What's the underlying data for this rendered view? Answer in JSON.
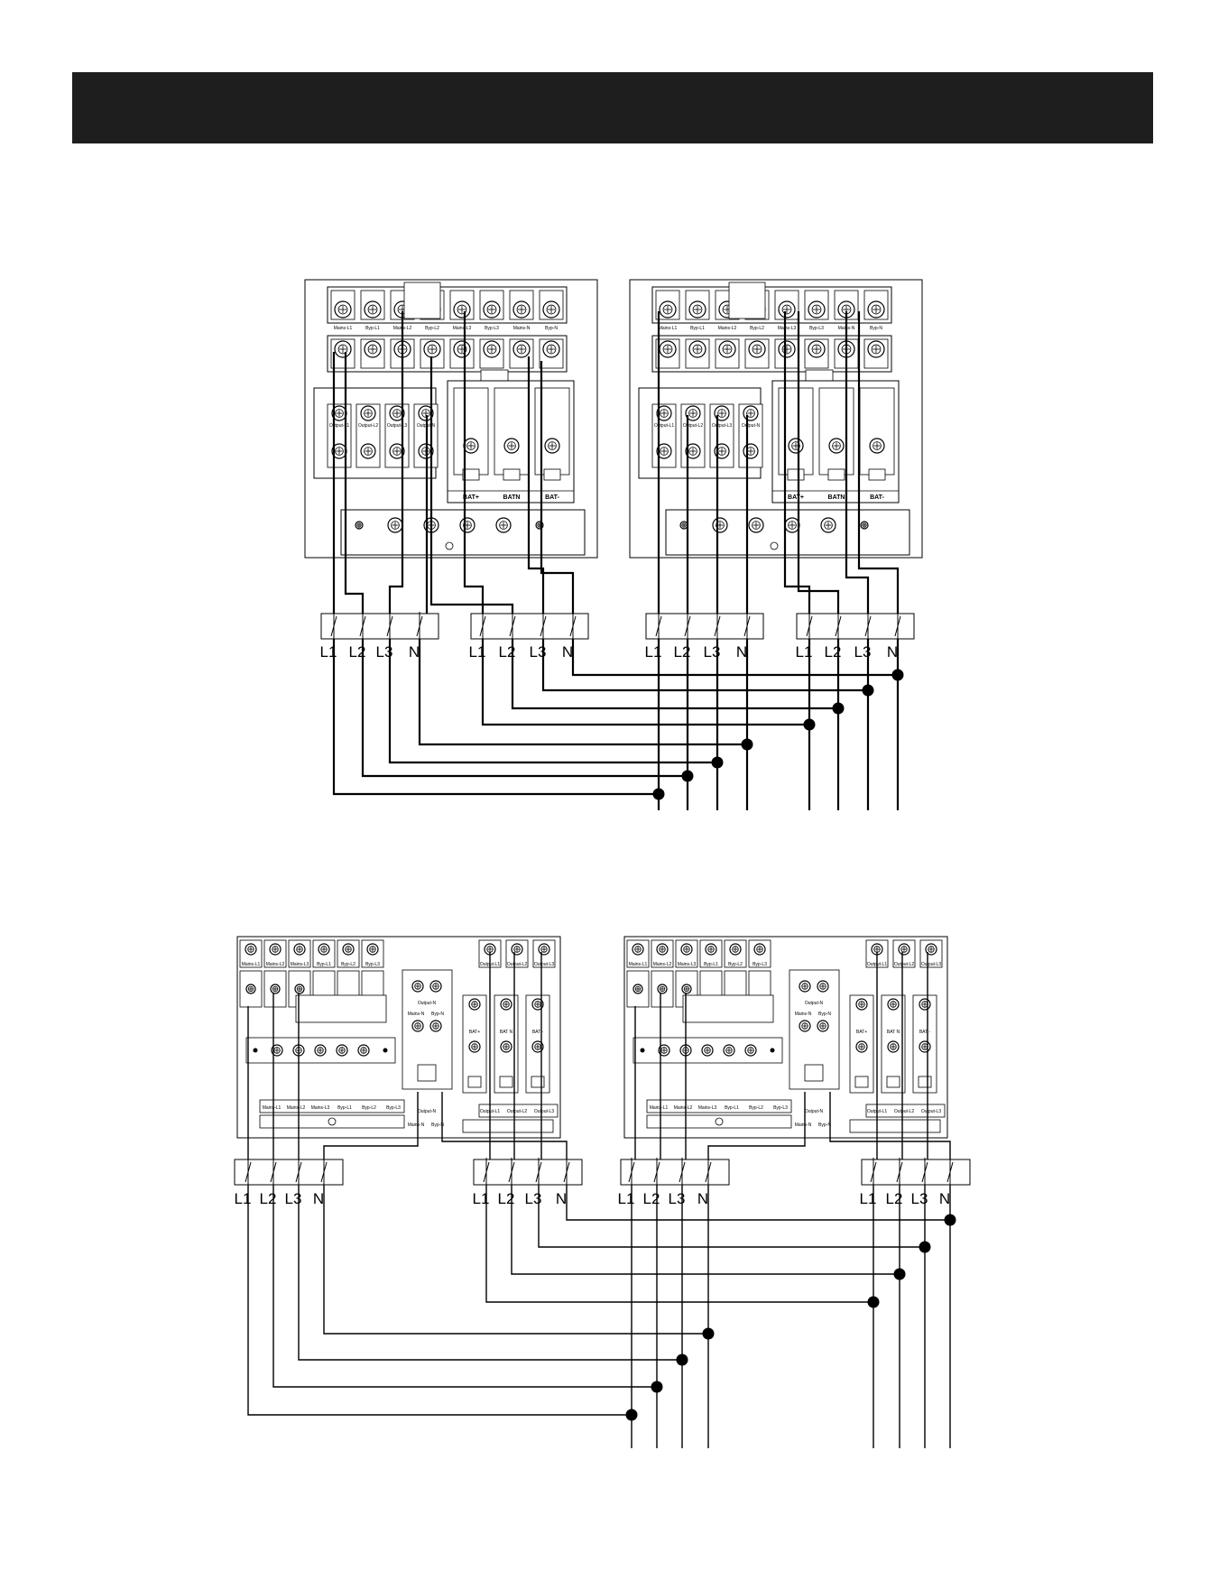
{
  "header": {
    "title": ""
  },
  "diagram1": {
    "units": [
      {
        "terminal_top": [
          "Mains-L1",
          "Byp-L1",
          "Mains-L2",
          "Byp-L2",
          "Mains-L3",
          "Byp-L3",
          "Mains-N",
          "Byp-N"
        ],
        "terminal_output": [
          "Output-L1",
          "Output-L2",
          "Output-L3",
          "Output-N"
        ],
        "battery": [
          "BAT+",
          "BATN",
          "BAT-"
        ],
        "breaker_a": [
          "L1",
          "L2",
          "L3",
          "N"
        ],
        "breaker_b": [
          "L1",
          "L2",
          "L3",
          "N"
        ]
      },
      {
        "terminal_top": [
          "Mains-L1",
          "Byp-L1",
          "Mains-L2",
          "Byp-L2",
          "Mains-L3",
          "Byp-L3",
          "Mains-N",
          "Byp-N"
        ],
        "terminal_output": [
          "Output-L1",
          "Output-L2",
          "Output-L3",
          "Output-N"
        ],
        "battery": [
          "BAT+",
          "BATN",
          "BAT-"
        ],
        "breaker_a": [
          "L1",
          "L2",
          "L3",
          "N"
        ],
        "breaker_b": [
          "L1",
          "L2",
          "L3",
          "N"
        ]
      }
    ]
  },
  "diagram2": {
    "units": [
      {
        "terminal_top": [
          "Mains-L1",
          "Mains-L2",
          "Mains-L3",
          "Byp-L1",
          "Byp-L2",
          "Byp-L3"
        ],
        "terminal_output": [
          "Output-L1",
          "Output-L2",
          "Output-L3"
        ],
        "output_n": "Output-N",
        "mains_byp_n": [
          "Mains-N",
          "Byp-N"
        ],
        "battery": [
          "BAT+",
          "BAT N",
          "BAT -"
        ],
        "bottom_strip": [
          "Mains-L1",
          "Mains-L2",
          "Mains-L3",
          "Byp-L1",
          "Byp-L2",
          "Byp-L3"
        ],
        "breaker_a": [
          "L1",
          "L2",
          "L3",
          "N"
        ],
        "breaker_b": [
          "L1",
          "L2",
          "L3",
          "N"
        ]
      },
      {
        "terminal_top": [
          "Mains-L1",
          "Mains-L2",
          "Mains-L3",
          "Byp-L1",
          "Byp-L2",
          "Byp-L3"
        ],
        "terminal_output": [
          "Output-L1",
          "Output-L2",
          "Output-L3"
        ],
        "output_n": "Output-N",
        "mains_byp_n": [
          "Mains-N",
          "Byp-N"
        ],
        "battery": [
          "BAT+",
          "BAT N",
          "BAT -"
        ],
        "bottom_strip": [
          "Mains-L1",
          "Mains-L2",
          "Mains-L3",
          "Byp-L1",
          "Byp-L2",
          "Byp-L3"
        ],
        "breaker_a": [
          "L1",
          "L2",
          "L3",
          "N"
        ],
        "breaker_b": [
          "L1",
          "L2",
          "L3",
          "N"
        ]
      }
    ]
  },
  "colors": {
    "header": "#1e1e1e",
    "line": "#000000"
  }
}
